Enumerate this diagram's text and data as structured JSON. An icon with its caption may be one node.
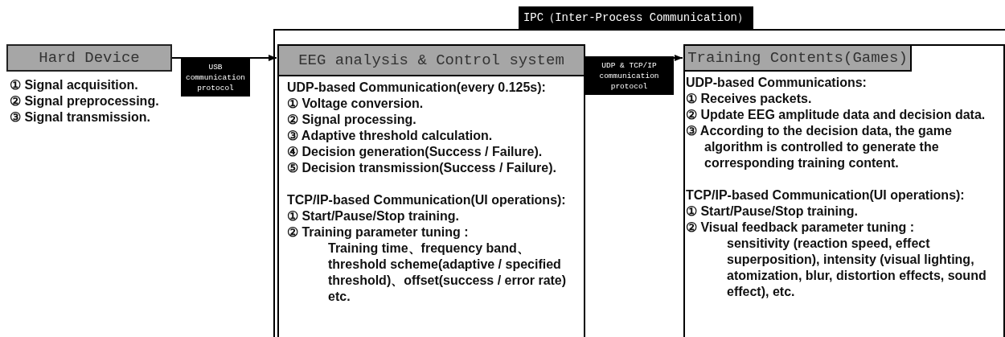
{
  "diagram": {
    "nodes": [
      {
        "text": [
          "IPC（Inter-Process Communication）"
        ]
      },
      {
        "text": [
          "Hard Device"
        ],
        "beside": [
          "① Signal acquisition.",
          "② Signal preprocessing.",
          "③ Signal transmission."
        ]
      },
      {
        "text": [
          "EEG analysis & Control system",
          "UDP-based Communication(every 0.125s):",
          "① Voltage conversion.",
          "② Signal processing.",
          "③ Adaptive threshold calculation.",
          "④ Decision generation(Success / Failure).",
          "⑤ Decision transmission(Success / Failure).",
          "TCP/IP-based Communication(UI operations):",
          "① Start/Pause/Stop training.",
          "② Training parameter tuning :",
          "Training time、frequency band、 threshold scheme(adaptive / specified threshold)、offset(success / error rate) etc."
        ],
        "in": 0
      },
      {
        "text": [
          "Training Contents(Games)",
          "UDP-based Communications:",
          "① Receives packets.",
          "② Update EEG amplitude data and decision data.",
          "③ According to the decision data, the game algorithm is controlled to generate the corresponding training content.",
          "TCP/IP-based Communication(UI operations):",
          "① Start/Pause/Stop training.",
          "② Visual feedback parameter tuning :",
          "sensitivity (reaction speed, effect superposition), intensity (visual lighting, atomization, blur, distortion effects, sound effect), etc."
        ],
        "in": 0
      }
    ],
    "edges": [
      {
        "from": 1,
        "to": 2,
        "arrow": "to",
        "label": "USB communication protocol"
      },
      {
        "from": 2,
        "to": 3,
        "arrow": "to",
        "label": "UDP & TCP/IP communication protocol"
      }
    ]
  }
}
